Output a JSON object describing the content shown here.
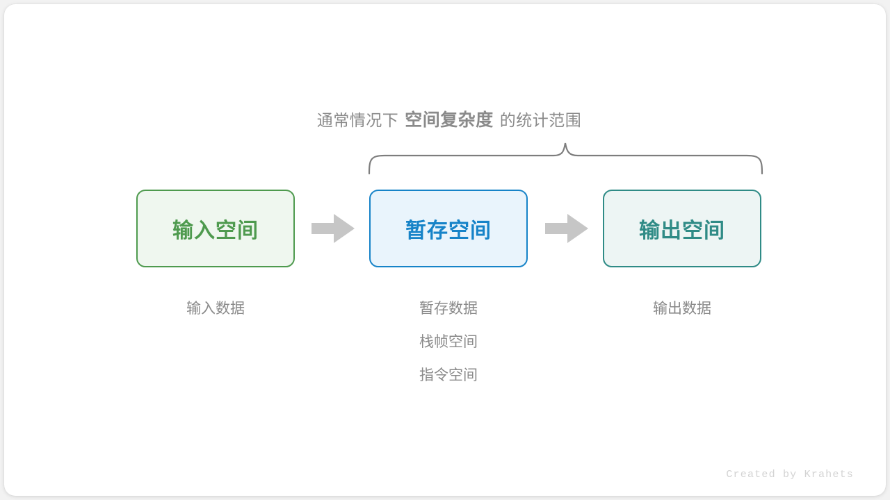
{
  "caption": {
    "prefix": "通常情况下",
    "emphasis": "空间复杂度",
    "suffix": "的统计范围"
  },
  "boxes": [
    {
      "key": "input",
      "label": "输入空间",
      "border_color": "#4e9a4e",
      "fill_color": "#eff7ef",
      "text_color": "#4e9a4e"
    },
    {
      "key": "temp",
      "label": "暂存空间",
      "border_color": "#1683c8",
      "fill_color": "#e9f4fc",
      "text_color": "#1683c8"
    },
    {
      "key": "output",
      "label": "输出空间",
      "border_color": "#2f8b86",
      "fill_color": "#edf5f4",
      "text_color": "#2f8b86"
    }
  ],
  "arrows": [
    {
      "key": "arrow-1",
      "icon": "arrow-right-icon",
      "color": "#c6c6c6"
    },
    {
      "key": "arrow-2",
      "icon": "arrow-right-icon",
      "color": "#c6c6c6"
    }
  ],
  "sublabels": {
    "input": [
      "输入数据"
    ],
    "temp": [
      "暂存数据",
      "栈帧空间",
      "指令空间"
    ],
    "output": [
      "输出数据"
    ]
  },
  "brace": {
    "icon": "curly-brace-icon",
    "color": "#7d7d7d",
    "spans": [
      "temp",
      "output"
    ]
  },
  "watermark": "Created by Krahets",
  "colors": {
    "page_background": "#f2f2f2",
    "card_background": "#ffffff",
    "muted_text": "#8a8a8a",
    "watermark_text": "#d3d3d3"
  }
}
